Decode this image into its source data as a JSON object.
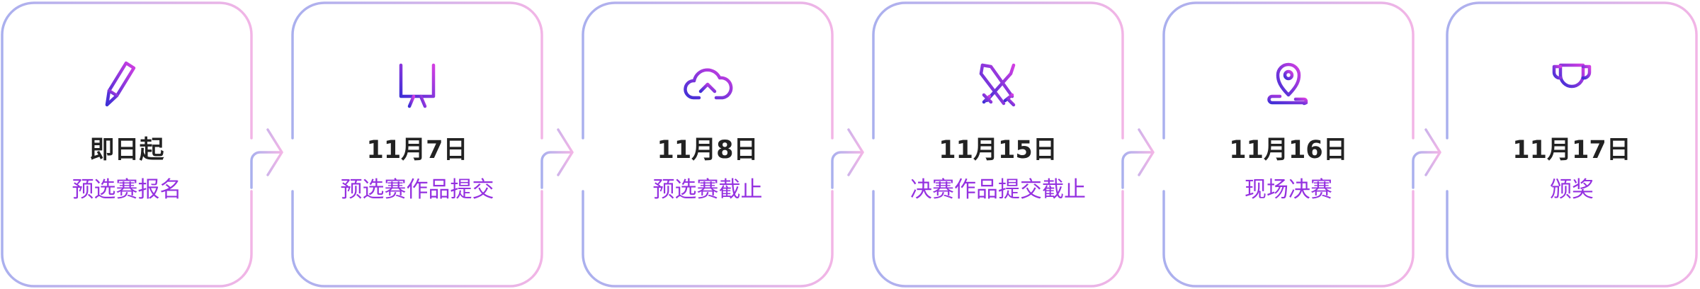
{
  "colors": {
    "border_start": "#aab0ee",
    "border_end": "#f2b5e6",
    "icon_start": "#3d2fd6",
    "icon_end": "#d23ee2",
    "date_text": "#222222",
    "title_text": "#9531e0"
  },
  "steps": [
    {
      "icon": "pen-list-icon",
      "date": "即日起",
      "title": "预选赛报名"
    },
    {
      "icon": "presentation-board-icon",
      "date": "11月7日",
      "title": "预选赛作品提交"
    },
    {
      "icon": "cloud-upload-icon",
      "date": "11月8日",
      "title": "预选赛截止"
    },
    {
      "icon": "crossed-swords-icon",
      "date": "11月15日",
      "title": "决赛作品提交截止"
    },
    {
      "icon": "map-pin-icon",
      "date": "11月16日",
      "title": "现场决赛"
    },
    {
      "icon": "trophy-icon",
      "date": "11月17日",
      "title": "颁奖"
    }
  ]
}
